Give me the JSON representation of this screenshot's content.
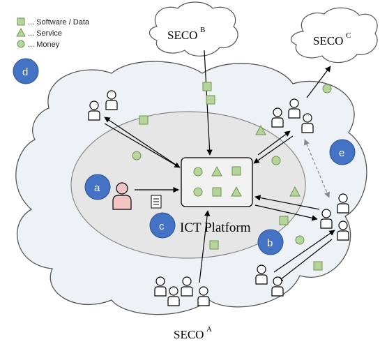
{
  "legend": {
    "software": "... Software / Data",
    "service": "... Service",
    "money": "... Money"
  },
  "ecosystems": {
    "a": {
      "name": "SECO",
      "sup": "A"
    },
    "b": {
      "name": "SECO",
      "sup": "B"
    },
    "c": {
      "name": "SECO",
      "sup": "C"
    }
  },
  "platform_label": "ICT Platform",
  "badges": {
    "a": "a",
    "b": "b",
    "c": "c",
    "d": "d",
    "e": "e"
  },
  "colors": {
    "badge": "#4472c4",
    "token_fill": "#b5d59a",
    "token_stroke": "#6f9450",
    "platform_fill": "#f2f2f2",
    "person_highlight": "#f2c4c4"
  }
}
